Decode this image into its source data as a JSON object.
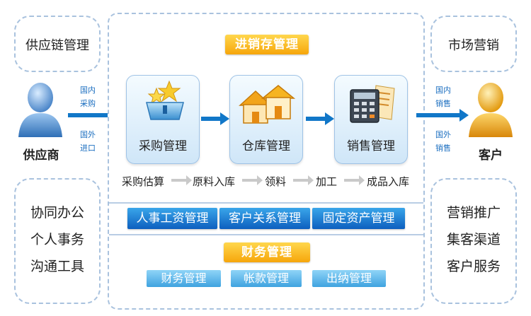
{
  "left": {
    "top_box": "供应链管理",
    "supplier": "供应商",
    "in_labels": [
      "国内",
      "采购"
    ],
    "out_labels": [
      "国外",
      "进口"
    ],
    "bottom_items": [
      "协同办公",
      "个人事务",
      "沟通工具"
    ]
  },
  "right": {
    "top_box": "市场营销",
    "customer": "客户",
    "in_labels": [
      "国内",
      "销售"
    ],
    "out_labels": [
      "国外",
      "销售"
    ],
    "bottom_items": [
      "营销推广",
      "集客渠道",
      "客户服务"
    ]
  },
  "center": {
    "header": "进销存管理",
    "cards": [
      "采购管理",
      "仓库管理",
      "销售管理"
    ],
    "flow": [
      "采购估算",
      "原料入库",
      "领料",
      "加工",
      "成品入库"
    ],
    "blue_buttons": [
      "人事工资管理",
      "客户关系管理",
      "固定资产管理"
    ],
    "finance_header": "财务管理",
    "finance_items": [
      "财务管理",
      "帐款管理",
      "出纳管理"
    ]
  },
  "colors": {
    "accent_blue": "#1177c8",
    "orange": "#f6a60b",
    "dashed_border": "#a9c2de"
  }
}
